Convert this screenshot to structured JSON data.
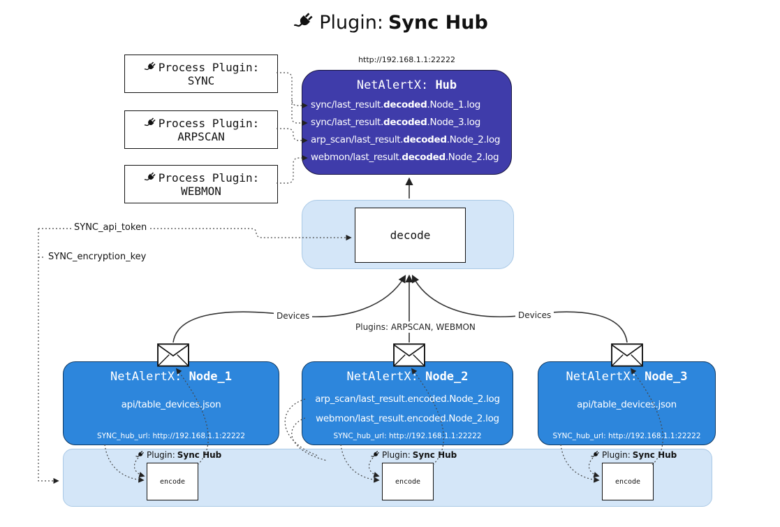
{
  "title": {
    "label": "Plugin:",
    "name": "Sync Hub"
  },
  "icons": {
    "title": "plug-icon",
    "message": "envelope-icon"
  },
  "process_plugins": {
    "label": "Process Plugin:",
    "items": [
      {
        "name": "SYNC"
      },
      {
        "name": "ARPSCAN"
      },
      {
        "name": "WEBMON"
      }
    ]
  },
  "hub": {
    "url": "http://192.168.1.1:22222",
    "title_label": "NetAlertX:",
    "title_name": "Hub",
    "files": [
      {
        "pre": "sync/last_result.",
        "bold": "decoded",
        "post": ".Node_1.log"
      },
      {
        "pre": "sync/last_result.",
        "bold": "decoded",
        "post": ".Node_3.log"
      },
      {
        "pre": "arp_scan/last_result.",
        "bold": "decoded",
        "post": ".Node_2.log"
      },
      {
        "pre": "webmon/last_result.",
        "bold": "decoded",
        "post": ".Node_2.log"
      }
    ]
  },
  "decode": {
    "label": "decode"
  },
  "config": {
    "api_token": "SYNC_api_token",
    "encryption_key": "SYNC_encryption_key"
  },
  "edge_labels": {
    "left": "Devices",
    "center": "Plugins: ARPSCAN, WEBMON",
    "right": "Devices"
  },
  "nodes": [
    {
      "title_label": "NetAlertX:",
      "title_name": "Node_1",
      "files": [
        "api/table_devices.json"
      ],
      "footer": "SYNC_hub_url: http://192.168.1.1:22222"
    },
    {
      "title_label": "NetAlertX:",
      "title_name": "Node_2",
      "files": [
        "arp_scan/last_result.encoded.Node_2.log",
        "webmon/last_result.encoded.Node_2.log"
      ],
      "footer": "SYNC_hub_url: http://192.168.1.1:22222"
    },
    {
      "title_label": "NetAlertX:",
      "title_name": "Node_3",
      "files": [
        "api/table_devices.json"
      ],
      "footer": "SYNC_hub_url: http://192.168.1.1:22222"
    }
  ],
  "encoders": {
    "plugin_label": "Plugin:",
    "plugin_name": "Sync Hub",
    "box_label": "encode"
  },
  "colors": {
    "hub_fill": "#3f3caa",
    "node_fill": "#2d86dc",
    "panel_fill": "#d4e6f8",
    "stroke": "#111111"
  }
}
